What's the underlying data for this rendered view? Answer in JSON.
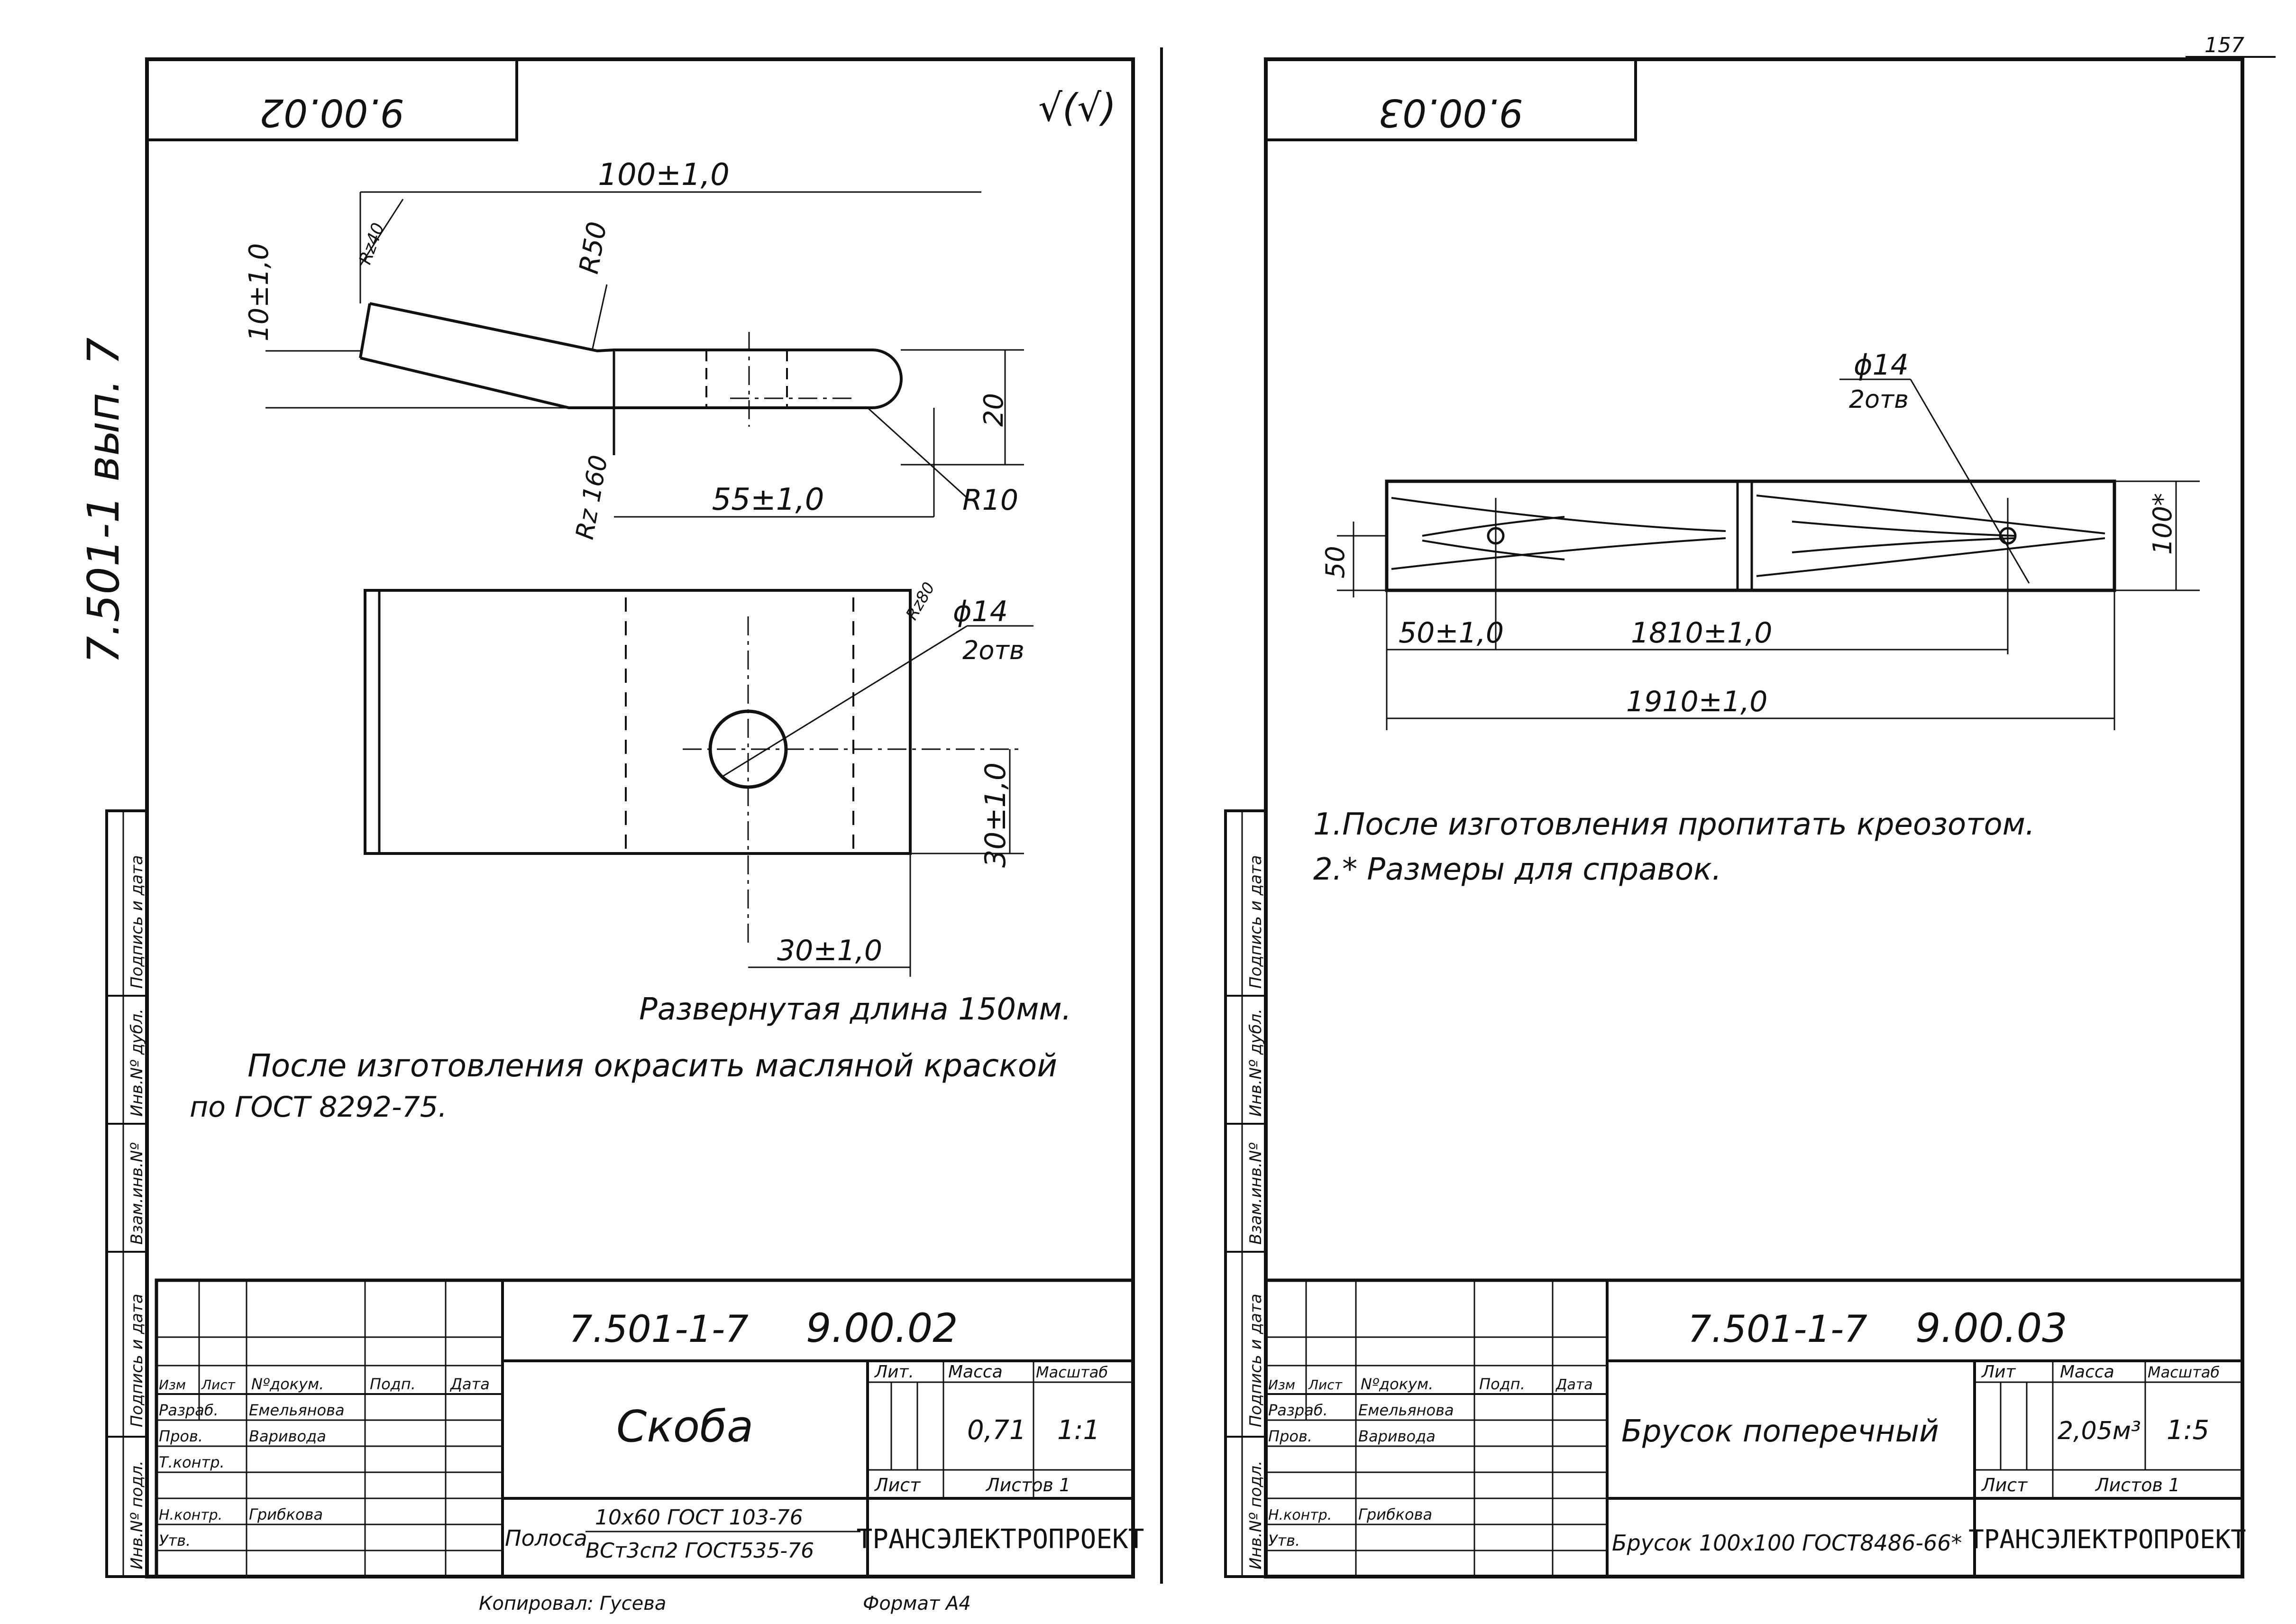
{
  "page": {
    "sheet_number": "157",
    "series_side": "7.501-1 вып. 7"
  },
  "left": {
    "corner_code": "9.00.02",
    "roughness_mark": "√(√)",
    "dims": {
      "length_total": "100±1,0",
      "radius_top": "R50",
      "roughness_small": "Rz40",
      "height_left": "10±1,0",
      "height_right": "20",
      "roughness_bottom": "Rz 160",
      "length_lower": "55±1,0",
      "radius_end": "R10",
      "roughness_hole": "Rz80",
      "hole_diameter": "ϕ14",
      "hole_count": "2отв",
      "hole_offset_y": "30±1,0",
      "hole_offset_x": "30±1,0"
    },
    "unfolded_length": "Развернутая длина 150мм.",
    "note_line1": "После изготовления окрасить масляной краской",
    "note_line2": "по ГОСТ 8292-75.",
    "title_block": {
      "designation": "7.501-1-7",
      "doc_number": "9.00.02",
      "name": "Скоба",
      "header_izm": "Изм",
      "header_list": "Лист",
      "header_ndok": "Nºдокум.",
      "header_podp": "Подп.",
      "header_data": "Дата",
      "role_razrab": "Разраб.",
      "role_prov": "Пров.",
      "role_tkontr": "Т.контр.",
      "role_nkontr": "Н.контр.",
      "role_utv": "Утв.",
      "name_razrab": "Емельянова",
      "name_prov": "Варивода",
      "name_nkontr": "Грибкова",
      "lit_label": "Лит.",
      "mass_label": "Масса",
      "scale_label": "Масштаб",
      "mass_value": "0,71",
      "scale_value": "1:1",
      "sheet_label": "Лист",
      "sheets_label": "Листов 1",
      "material_prefix": "Полоса",
      "material_top": "10х60 ГОСТ 103-76",
      "material_bottom": "ВСт3сп2 ГОСТ535-76",
      "org": "ТРАНСЭЛЕКТРОПРОЕКТ"
    },
    "copied_by": "Копировал: Гусева",
    "format": "Формат А4"
  },
  "right": {
    "corner_code": "9.00.03",
    "dims": {
      "hole_diameter": "ϕ14",
      "hole_count": "2отв",
      "height_left": "50",
      "height_right": "100*",
      "offset": "50±1,0",
      "between": "1810±1,0",
      "total": "1910±1,0"
    },
    "note_1": "1.После изготовления пропитать креозотом.",
    "note_2": "2.* Размеры для справок.",
    "title_block": {
      "designation": "7.501-1-7",
      "doc_number": "9.00.03",
      "name": "Брусок поперечный",
      "header_izm": "Изм",
      "header_list": "Лист",
      "header_ndok": "Nºдокум.",
      "header_podp": "Подп.",
      "header_data": "Дата",
      "role_razrab": "Разраб.",
      "role_prov": "Пров.",
      "role_nkontr": "Н.контр.",
      "role_utv": "Утв.",
      "name_razrab": "Емельянова",
      "name_prov": "Варивода",
      "name_nkontr": "Грибкова",
      "lit_label": "Лит",
      "mass_label": "Масса",
      "scale_label": "Масштаб",
      "mass_value": "2,05м³",
      "scale_value": "1:5",
      "sheet_label": "Лист",
      "sheets_label": "Листов 1",
      "material": "Брусок 100х100 ГОСТ8486-66*",
      "org": "ТРАНСЭЛЕКТРОПРОЕКТ"
    }
  },
  "side_stamps": [
    "Инв.Nº подл.",
    "Подпись и дата",
    "Взам.инв.Nº",
    "Инв.Nº дубл.",
    "Подпись и дата"
  ]
}
